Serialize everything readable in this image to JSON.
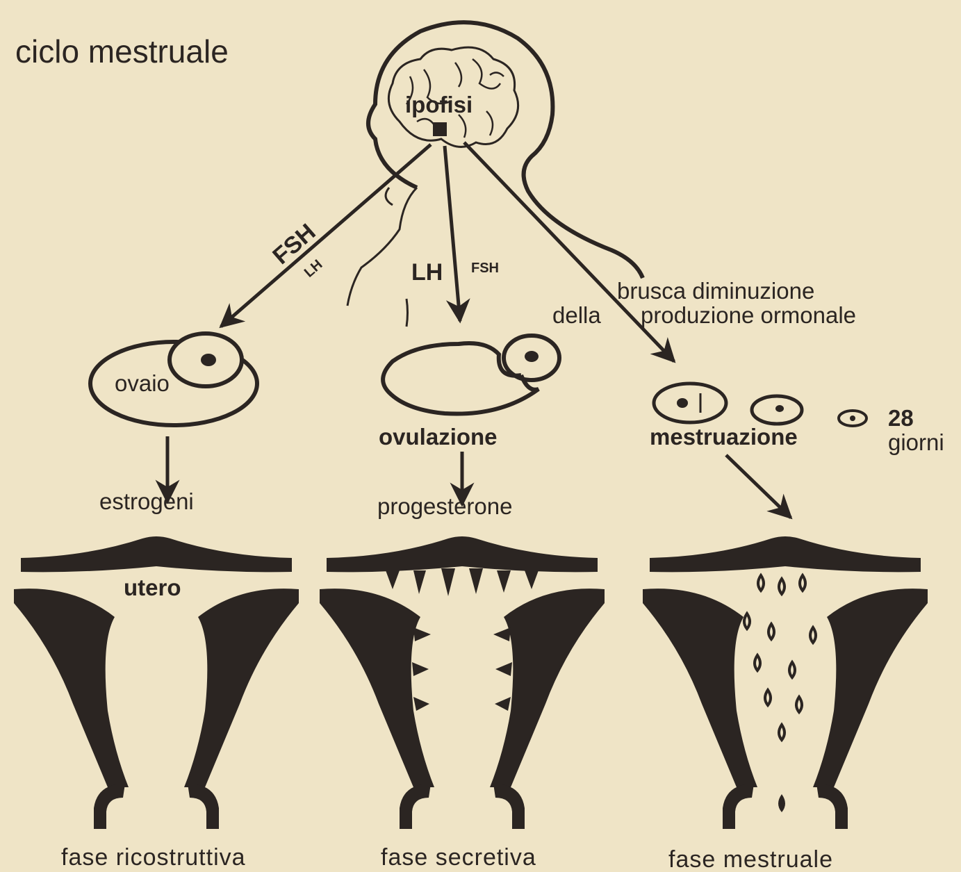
{
  "title": "ciclo mestruale",
  "hormone_source": "ipofisi",
  "arrows": {
    "left": {
      "primary": "FSH",
      "secondary": "LH"
    },
    "center": {
      "primary": "LH",
      "secondary": "FSH"
    },
    "right": {
      "line1": "brusca diminuzione",
      "line2a": "della",
      "line2b": "produzione ormonale"
    }
  },
  "stages": [
    {
      "organ_label": "ovaio",
      "event": "",
      "hormone": "estrogeni",
      "uterus_label": "utero",
      "caption": "fase ricostruttiva"
    },
    {
      "organ_label": "",
      "event": "ovulazione",
      "hormone": "progesterone",
      "uterus_label": "",
      "caption": "fase secretiva"
    },
    {
      "organ_label": "",
      "event": "mestruazione",
      "hormone": "",
      "uterus_label": "",
      "caption": "fase mestruale"
    }
  ],
  "cycle_length": {
    "number": "28",
    "unit": "giorni"
  },
  "colors": {
    "ink": "#2b2522",
    "paper": "#efe4c6"
  }
}
